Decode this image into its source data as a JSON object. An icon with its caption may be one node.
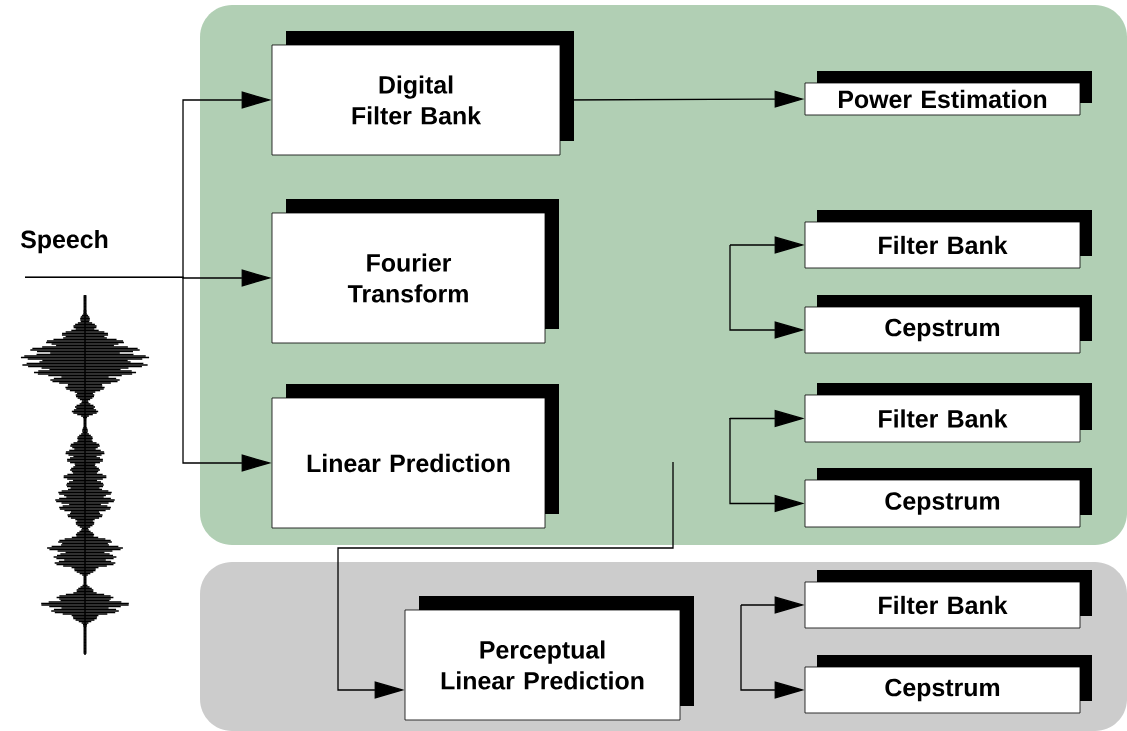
{
  "diagram": {
    "nodes": [
      {
        "text": [
          "Speech"
        ]
      },
      {
        "text": [],
        "shape": "box"
      },
      {
        "text": [
          "Digital Filter Bank"
        ],
        "in": 1
      },
      {
        "text": [
          "Power Estimation"
        ],
        "in": 1
      },
      {
        "text": [
          "Fourier Transform"
        ],
        "in": 1
      },
      {
        "text": [
          "Filter Bank"
        ],
        "in": 1
      },
      {
        "text": [
          "Cepstrum"
        ],
        "in": 1
      },
      {
        "text": [
          "Linear Prediction"
        ],
        "in": 1
      },
      {
        "text": [
          "Filter Bank"
        ],
        "in": 1
      },
      {
        "text": [
          "Cepstrum"
        ],
        "in": 1
      },
      {
        "text": [],
        "shape": "box"
      },
      {
        "text": [
          "Perceptual Linear Prediction"
        ],
        "in": 10
      },
      {
        "text": [
          "Filter Bank"
        ],
        "in": 10
      },
      {
        "text": [
          "Cepstrum"
        ],
        "in": 10
      }
    ],
    "edges": [
      {
        "from": 0,
        "to": 2,
        "arrow": "to"
      },
      {
        "from": 0,
        "to": 4,
        "arrow": "to"
      },
      {
        "from": 0,
        "to": 7,
        "arrow": "to"
      },
      {
        "from": 2,
        "to": 3,
        "arrow": "to"
      },
      {
        "from": null,
        "to": 5,
        "arrow": "to"
      },
      {
        "from": null,
        "to": 6,
        "arrow": "to"
      },
      {
        "from": null,
        "to": 8,
        "arrow": "to"
      },
      {
        "from": null,
        "to": 9,
        "arrow": "to"
      },
      {
        "from": null,
        "to": 11,
        "arrow": "to"
      },
      {
        "from": null,
        "to": 12,
        "arrow": "to"
      },
      {
        "from": null,
        "to": 13,
        "arrow": "to"
      }
    ]
  }
}
